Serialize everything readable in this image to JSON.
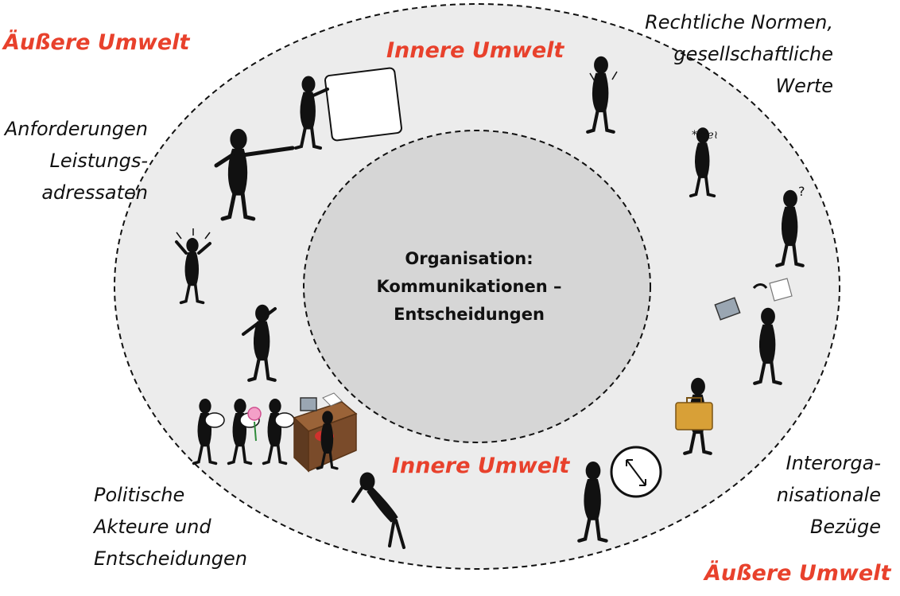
{
  "colors": {
    "page_background": "#ffffff",
    "outer_ring_fill": "#ececec",
    "inner_circle_fill": "#d6d6d6",
    "ring_outline": "#111111",
    "environment_label": "#e8412c",
    "figure": "#111111",
    "desk": "#7a4b2a",
    "case": "#d8a037"
  },
  "diagram": {
    "center_label": "Organisation:\nKommunikationen –\nEntscheidungen",
    "inner_environment_top": "Innere Umwelt",
    "inner_environment_bottom": "Innere Umwelt",
    "outer_environment_top_left": "Äußere Umwelt",
    "outer_environment_bottom_right": "Äußere Umwelt",
    "legal_norms": "Rechtliche Normen,\ngesellschaftliche\nWerte",
    "demands": "Anforderungen\nLeistungs-\nadressaten",
    "political": "Politische\nAkteure und\nEntscheidungen",
    "interorganizational": "Interorga-\nnisationale\nBezüge"
  },
  "icons": [
    "person-with-sign-icon",
    "pointing-person-icon",
    "frustrated-person-icon",
    "thinking-person-icon",
    "queue-with-flower-icon",
    "office-desk-icon",
    "bending-person-icon",
    "confused-person-icon",
    "angry-person-icon",
    "questioning-person-icon",
    "juggling-person-icon",
    "person-with-suitcase-icon",
    "clock-icon",
    "person-waiting-icon"
  ]
}
